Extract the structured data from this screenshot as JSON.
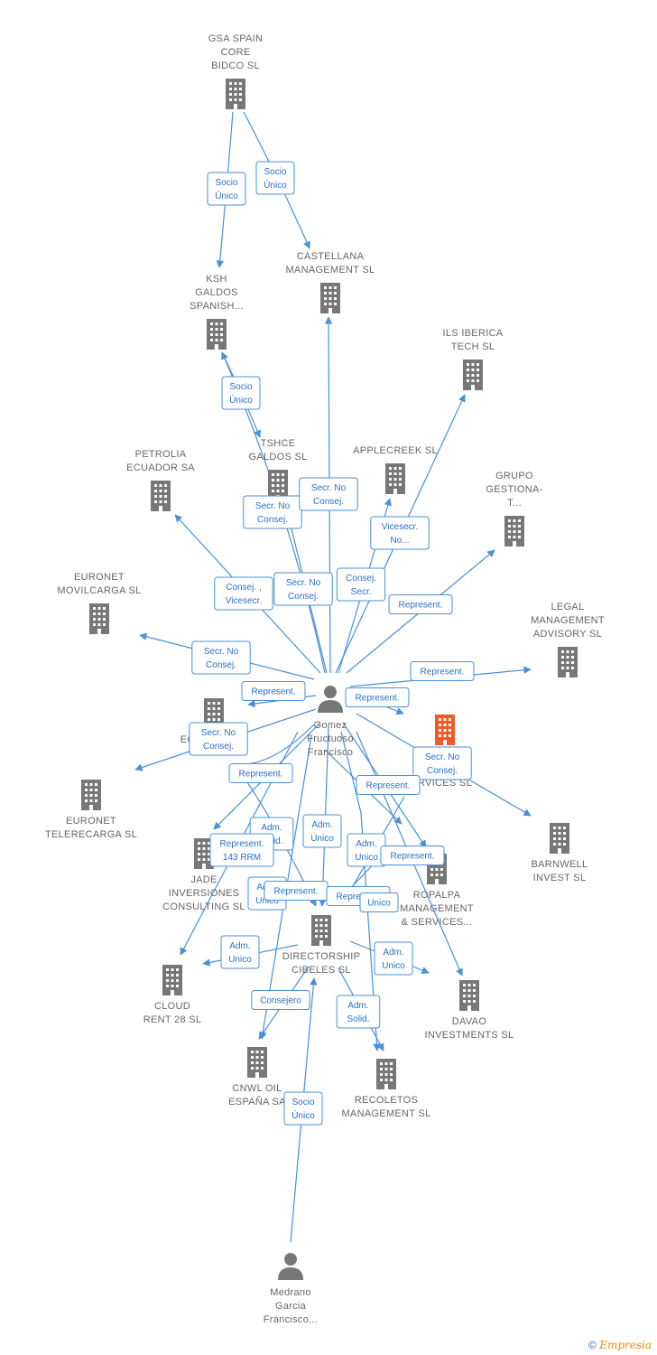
{
  "colors": {
    "edge": "#4a90d9",
    "node": "#777777",
    "highlight": "#f05a28"
  },
  "nodes": [
    {
      "id": "gsa",
      "type": "company",
      "lines": [
        "GSA SPAIN",
        "CORE",
        "BIDCO  SL"
      ]
    },
    {
      "id": "castellana",
      "type": "company",
      "lines": [
        "CASTELLANA",
        "MANAGEMENT SL"
      ]
    },
    {
      "id": "ksh",
      "type": "company",
      "lines": [
        "KSH",
        "GALDOS",
        "SPANISH..."
      ]
    },
    {
      "id": "ils",
      "type": "company",
      "lines": [
        "ILS IBERICA",
        "TECH  SL"
      ]
    },
    {
      "id": "tshce",
      "type": "company",
      "lines": [
        "TSHCE",
        "GALDOS  SL"
      ]
    },
    {
      "id": "applecreek",
      "type": "company",
      "lines": [
        "APPLECREEK SL"
      ]
    },
    {
      "id": "petrolia",
      "type": "company",
      "lines": [
        "PETROLIA",
        "ECUADOR SA"
      ]
    },
    {
      "id": "grupo",
      "type": "company",
      "lines": [
        "GRUPO",
        "GESTIONA-",
        "T..."
      ]
    },
    {
      "id": "euronet_movil",
      "type": "company",
      "lines": [
        "EURONET",
        "MOVILCARGA SL"
      ]
    },
    {
      "id": "legal",
      "type": "company",
      "lines": [
        "LEGAL",
        "MANAGEMENT",
        "ADVISORY  SL"
      ]
    },
    {
      "id": "ecuador",
      "type": "company",
      "lines": [
        "ECUADOR  SL"
      ]
    },
    {
      "id": "corporate",
      "type": "company_highlight",
      "lines": [
        "4",
        "C         TE",
        "RVICES  SL"
      ]
    },
    {
      "id": "euronet_tele",
      "type": "company",
      "lines": [
        "EURONET",
        "TELERECARGA SL"
      ]
    },
    {
      "id": "barnwell",
      "type": "company",
      "lines": [
        "BARNWELL",
        "INVEST  SL"
      ]
    },
    {
      "id": "jade",
      "type": "company",
      "lines": [
        "JADE",
        "INVERSIONES",
        "CONSULTING SL"
      ]
    },
    {
      "id": "ropalpa",
      "type": "company",
      "lines": [
        "ROPALPA",
        "MANAGEMENT",
        "& SERVICES..."
      ]
    },
    {
      "id": "directorship",
      "type": "company",
      "lines": [
        "DIRECTORSHIP",
        "CIBELES SL"
      ]
    },
    {
      "id": "cloud",
      "type": "company",
      "lines": [
        "CLOUD",
        "RENT 28  SL"
      ]
    },
    {
      "id": "davao",
      "type": "company",
      "lines": [
        "DAVAO",
        "INVESTMENTS SL"
      ]
    },
    {
      "id": "cnwl",
      "type": "company",
      "lines": [
        "CNWL OIL",
        "ESPAÑA SA"
      ]
    },
    {
      "id": "recoletos",
      "type": "company",
      "lines": [
        "RECOLETOS",
        "MANAGEMENT SL"
      ]
    },
    {
      "id": "gomez",
      "type": "person",
      "lines": [
        "Gomez",
        "Fructuoso",
        "Francisco"
      ]
    },
    {
      "id": "medrano",
      "type": "person",
      "lines": [
        "Medrano",
        "Garcia",
        "Francisco..."
      ]
    }
  ],
  "edge_labels": [
    {
      "id": "l_gsa_ksh",
      "lines": [
        "Socio",
        "Único"
      ]
    },
    {
      "id": "l_gsa_cast",
      "lines": [
        "Socio",
        "Único"
      ]
    },
    {
      "id": "l_ksh_tshce",
      "lines": [
        "Socio",
        "Único"
      ]
    },
    {
      "id": "l_tshce",
      "lines": [
        "Secr.  No",
        "Consej."
      ]
    },
    {
      "id": "l_cast",
      "lines": [
        "Secr.  No",
        "Consej."
      ]
    },
    {
      "id": "l_ils",
      "lines": [
        "Vicesecr.",
        "No..."
      ]
    },
    {
      "id": "l_petrolia",
      "lines": [
        "Consej. ,",
        "Vicesecr."
      ]
    },
    {
      "id": "l_mid",
      "lines": [
        "Secr.  No",
        "Consej."
      ]
    },
    {
      "id": "l_apple",
      "lines": [
        "Consej.",
        "Secr."
      ]
    },
    {
      "id": "l_grupo",
      "lines": [
        "Represent."
      ]
    },
    {
      "id": "l_movil",
      "lines": [
        "Secr.  No",
        "Consej."
      ]
    },
    {
      "id": "l_legal",
      "lines": [
        "Represent."
      ]
    },
    {
      "id": "l_ecuador",
      "lines": [
        "Represent."
      ]
    },
    {
      "id": "l_corp_rep",
      "lines": [
        "Represent."
      ]
    },
    {
      "id": "l_tele",
      "lines": [
        "Secr.  No",
        "Consej."
      ]
    },
    {
      "id": "l_barnwell",
      "lines": [
        "Secr.  No",
        "Consej."
      ]
    },
    {
      "id": "l_jade_rep",
      "lines": [
        "Represent."
      ]
    },
    {
      "id": "l_ropalpa_rep",
      "lines": [
        "Represent."
      ]
    },
    {
      "id": "l_jade_adm",
      "lines": [
        "Adm.",
        "Solid."
      ]
    },
    {
      "id": "l_dir_adm",
      "lines": [
        "Adm.",
        "Unico"
      ]
    },
    {
      "id": "l_cloud_rep",
      "lines": [
        "Represent.",
        "143 RRM"
      ]
    },
    {
      "id": "l_ropalpa_adm",
      "lines": [
        "Adm.",
        "Unico"
      ]
    },
    {
      "id": "l_ropalpa_rep2",
      "lines": [
        "Represent."
      ]
    },
    {
      "id": "l_dir_adm2",
      "lines": [
        "Adm.",
        "Unico"
      ]
    },
    {
      "id": "l_dir_rep",
      "lines": [
        "Represent."
      ]
    },
    {
      "id": "l_dir_rep2",
      "lines": [
        "Represent."
      ]
    },
    {
      "id": "l_rec_unico",
      "lines": [
        "Unico"
      ]
    },
    {
      "id": "l_cloud_adm",
      "lines": [
        "Adm.",
        "Unico"
      ]
    },
    {
      "id": "l_davao_adm",
      "lines": [
        "Adm.",
        "Unico"
      ]
    },
    {
      "id": "l_cnwl",
      "lines": [
        "Consejero"
      ]
    },
    {
      "id": "l_rec_adm",
      "lines": [
        "Adm.",
        "Solid."
      ]
    },
    {
      "id": "l_medrano",
      "lines": [
        "Socio",
        "Único"
      ]
    }
  ],
  "copyright": {
    "symbol": "©",
    "brand": "Empresia"
  }
}
